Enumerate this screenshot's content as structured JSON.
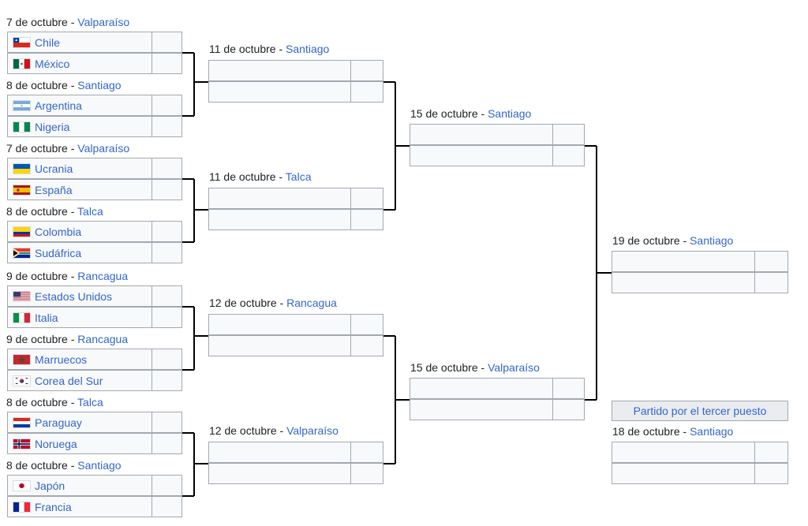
{
  "colors": {
    "link": "#3366cc",
    "text": "#202122",
    "cell_bg": "#f8f9fa",
    "border": "#a2a9b1",
    "header_bg": "#eaecf0",
    "connector": "#000000"
  },
  "round_of_16": [
    {
      "date": "7 de octubre",
      "venue": "Valparaíso",
      "teams": [
        {
          "name": "Chile",
          "flag": "chile-flag-icon",
          "score": ""
        },
        {
          "name": "México",
          "flag": "mexico-flag-icon",
          "score": ""
        }
      ]
    },
    {
      "date": "8 de octubre",
      "venue": "Santiago",
      "teams": [
        {
          "name": "Argentina",
          "flag": "argentina-flag-icon",
          "score": ""
        },
        {
          "name": "Nigeria",
          "flag": "nigeria-flag-icon",
          "score": ""
        }
      ]
    },
    {
      "date": "7 de octubre",
      "venue": "Valparaíso",
      "teams": [
        {
          "name": "Ucrania",
          "flag": "ukraine-flag-icon",
          "score": ""
        },
        {
          "name": "España",
          "flag": "spain-flag-icon",
          "score": ""
        }
      ]
    },
    {
      "date": "8 de octubre",
      "venue": "Talca",
      "teams": [
        {
          "name": "Colombia",
          "flag": "colombia-flag-icon",
          "score": ""
        },
        {
          "name": "Sudáfrica",
          "flag": "south-africa-flag-icon",
          "score": ""
        }
      ]
    },
    {
      "date": "9 de octubre",
      "venue": "Rancagua",
      "teams": [
        {
          "name": "Estados Unidos",
          "flag": "usa-flag-icon",
          "score": ""
        },
        {
          "name": "Italia",
          "flag": "italy-flag-icon",
          "score": ""
        }
      ]
    },
    {
      "date": "9 de octubre",
      "venue": "Rancagua",
      "teams": [
        {
          "name": "Marruecos",
          "flag": "morocco-flag-icon",
          "score": ""
        },
        {
          "name": "Corea del Sur",
          "flag": "south-korea-flag-icon",
          "score": ""
        }
      ]
    },
    {
      "date": "8 de octubre",
      "venue": "Talca",
      "teams": [
        {
          "name": "Paraguay",
          "flag": "paraguay-flag-icon",
          "score": ""
        },
        {
          "name": "Noruega",
          "flag": "norway-flag-icon",
          "score": ""
        }
      ]
    },
    {
      "date": "8 de octubre",
      "venue": "Santiago",
      "teams": [
        {
          "name": "Japón",
          "flag": "japan-flag-icon",
          "score": ""
        },
        {
          "name": "Francia",
          "flag": "france-flag-icon",
          "score": ""
        }
      ]
    }
  ],
  "quarterfinals": [
    {
      "date": "11 de octubre",
      "venue": "Santiago",
      "teams": [
        {
          "name": "",
          "score": ""
        },
        {
          "name": "",
          "score": ""
        }
      ]
    },
    {
      "date": "11 de octubre",
      "venue": "Talca",
      "teams": [
        {
          "name": "",
          "score": ""
        },
        {
          "name": "",
          "score": ""
        }
      ]
    },
    {
      "date": "12 de octubre",
      "venue": "Rancagua",
      "teams": [
        {
          "name": "",
          "score": ""
        },
        {
          "name": "",
          "score": ""
        }
      ]
    },
    {
      "date": "12 de octubre",
      "venue": "Valparaíso",
      "teams": [
        {
          "name": "",
          "score": ""
        },
        {
          "name": "",
          "score": ""
        }
      ]
    }
  ],
  "semifinals": [
    {
      "date": "15 de octubre",
      "venue": "Santiago",
      "teams": [
        {
          "name": "",
          "score": ""
        },
        {
          "name": "",
          "score": ""
        }
      ]
    },
    {
      "date": "15 de octubre",
      "venue": "Valparaíso",
      "teams": [
        {
          "name": "",
          "score": ""
        },
        {
          "name": "",
          "score": ""
        }
      ]
    }
  ],
  "final": {
    "date": "19 de octubre",
    "venue": "Santiago",
    "teams": [
      {
        "name": "",
        "score": ""
      },
      {
        "name": "",
        "score": ""
      }
    ]
  },
  "third_place": {
    "header": "Partido por el tercer puesto",
    "date": "18 de octubre",
    "venue": "Santiago",
    "teams": [
      {
        "name": "",
        "score": ""
      },
      {
        "name": "",
        "score": ""
      }
    ]
  }
}
